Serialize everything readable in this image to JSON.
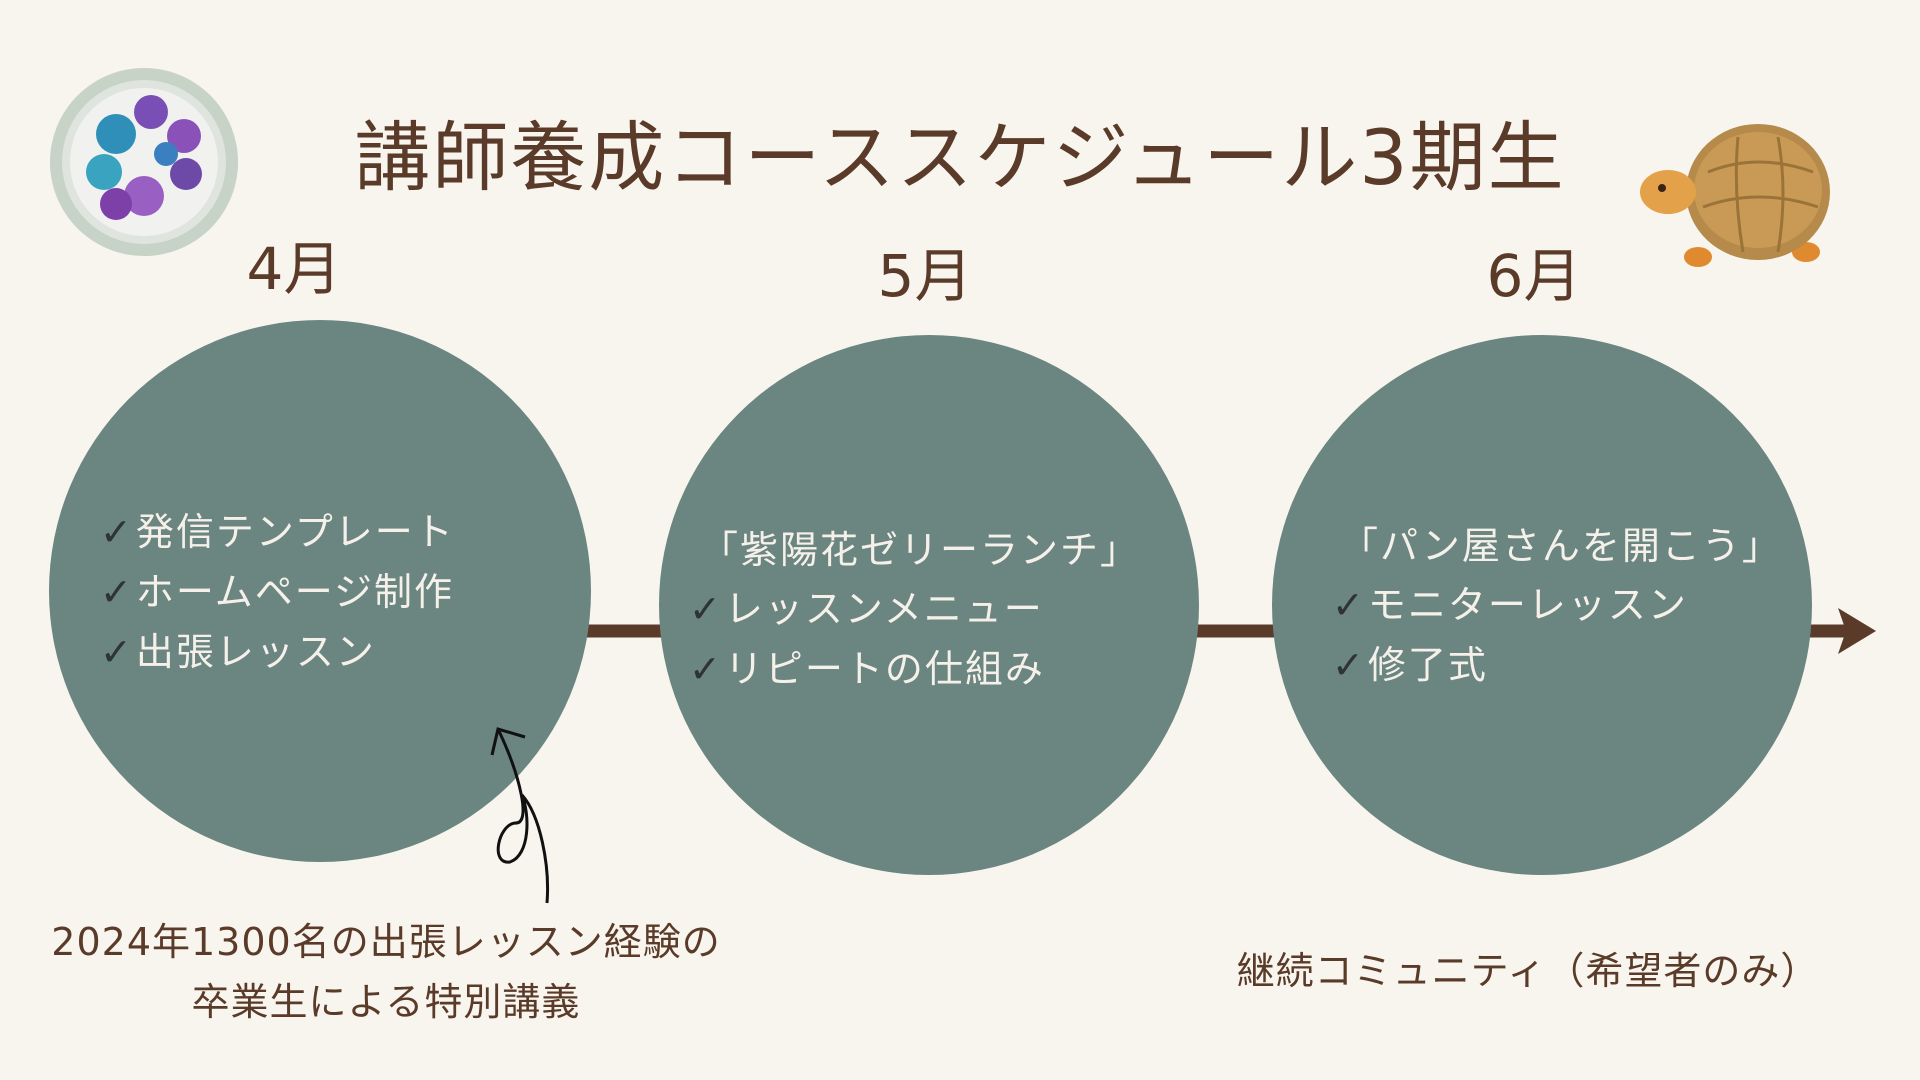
{
  "title": "講師養成コーススケジュール3期生",
  "months": [
    {
      "label": "4月",
      "items": [
        "発信テンプレート",
        "ホームページ制作",
        "出張レッスン"
      ]
    },
    {
      "label": "5月",
      "heading": "「紫陽花ゼリーランチ」",
      "items": [
        "レッスンメニュー",
        "リピートの仕組み"
      ]
    },
    {
      "label": "6月",
      "heading": "「パン屋さんを開こう」",
      "items": [
        "モニターレッスン",
        "修了式"
      ]
    }
  ],
  "notes": {
    "special_line1": "2024年1300名の出張レッスン経験の",
    "special_line2": "卒業生による特別講義",
    "community": "継続コミュニティ（希望者のみ）"
  },
  "check_mark": "✓",
  "colors": {
    "background": "#f8f5ee",
    "circle": "#6b8580",
    "accent": "#5a3a28"
  }
}
